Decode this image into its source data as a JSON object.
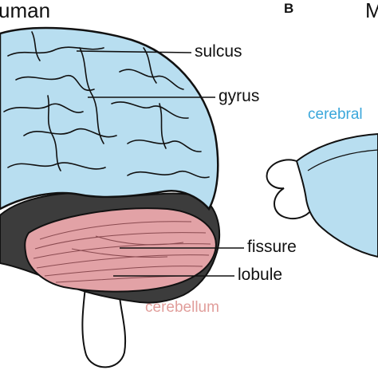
{
  "panel_a": {
    "title": "uman",
    "labels": {
      "sulcus": "sulcus",
      "gyrus": "gyrus",
      "fissure": "fissure",
      "lobule": "lobule",
      "cerebellum": "cerebellum"
    }
  },
  "panel_b": {
    "letter": "B",
    "title": "M",
    "labels": {
      "cerebral": "cerebral"
    }
  },
  "colors": {
    "cerebrum": "#b8def0",
    "cerebellum": "#e2a2a6",
    "dark_tissue": "#3c3c3c",
    "stem": "#ffffff",
    "outline": "#111111",
    "cerebrum_label": "#3aa7db",
    "cerebellum_label": "#e19e9b"
  }
}
